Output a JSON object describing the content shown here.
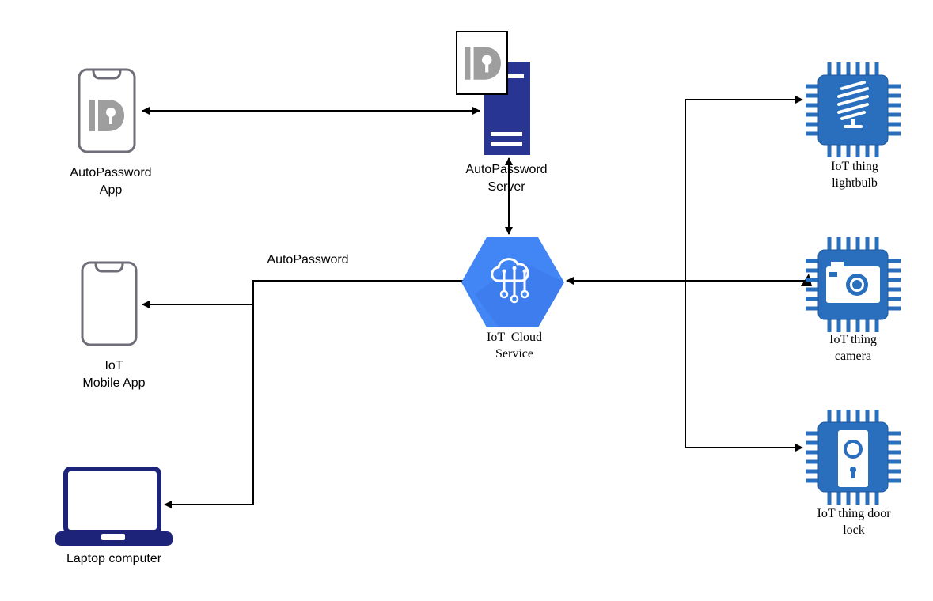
{
  "nodes": {
    "autopassword_app": {
      "line1": "AutoPassword",
      "line2": "App",
      "icon": "smartphone-autopassword-icon"
    },
    "autopassword_server": {
      "line1": "AutoPassword",
      "line2": "Server",
      "icon": "server-icon"
    },
    "iot_mobile_app": {
      "line1": "IoT",
      "line2": "Mobile App",
      "icon": "smartphone-icon"
    },
    "laptop": {
      "line1": "Laptop computer",
      "icon": "laptop-icon"
    },
    "iot_cloud": {
      "line1": "IoT  Cloud",
      "line2": "Service",
      "icon": "iot-cloud-icon"
    },
    "lightbulb": {
      "line1": "IoT thing",
      "line2": "lightbulb",
      "icon": "lightbulb-chip-icon"
    },
    "camera": {
      "line1": "IoT thing",
      "line2": "camera",
      "icon": "camera-chip-icon"
    },
    "door_lock": {
      "line1": "IoT thing door",
      "line2": "lock",
      "icon": "door-lock-chip-icon"
    }
  },
  "edges": {
    "autopassword_label": "AutoPassword"
  },
  "colors": {
    "device_outline": "#6e6d78",
    "laptop": "#1d2378",
    "server": "#283593",
    "cloud": "#4285f4",
    "chip": "#2a6fbd",
    "logo_gray": "#9e9e9e"
  }
}
